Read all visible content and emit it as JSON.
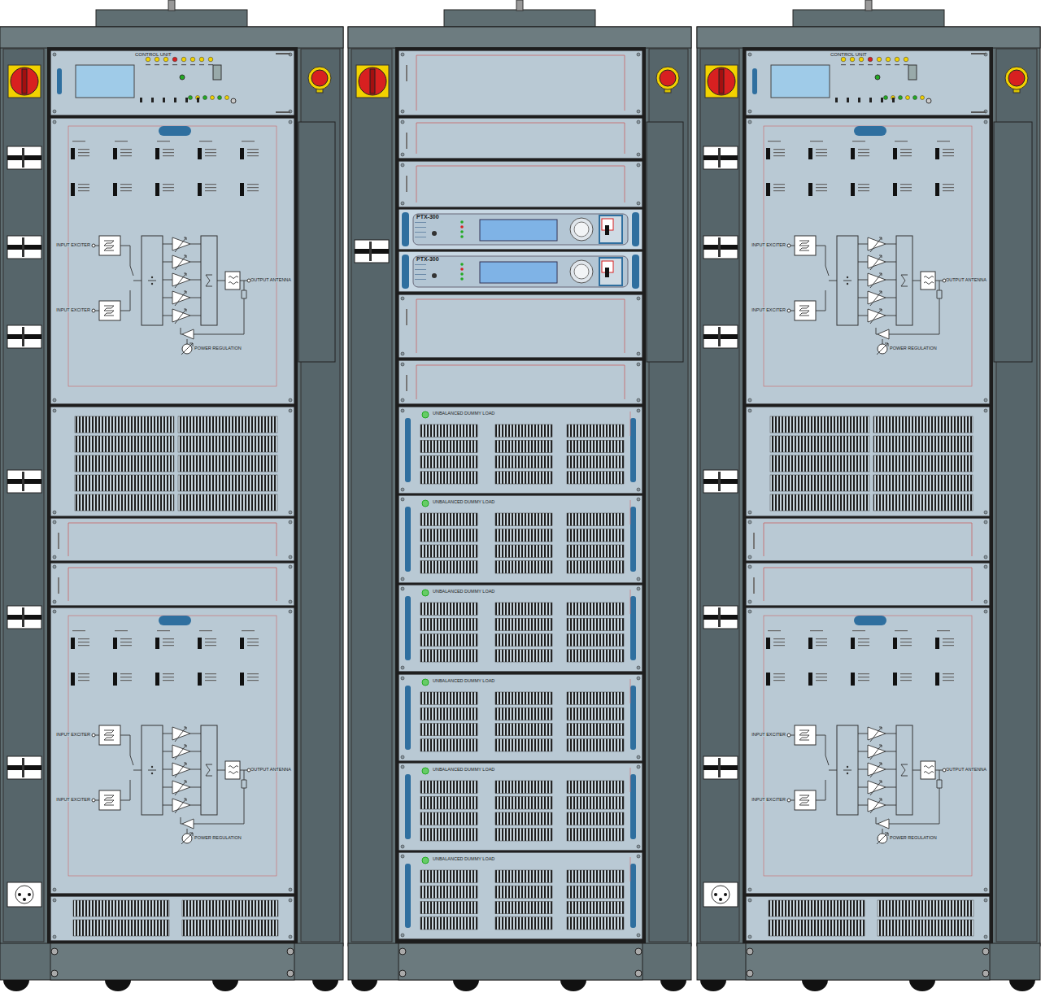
{
  "diagram": {
    "nodes": [
      {
        "text": [
          "CONTROL UNIT"
        ]
      },
      {
        "text": [
          "PTX-300"
        ]
      },
      {
        "text": [
          "PTX-300"
        ]
      },
      {
        "text": [
          "UNBALANCED DUMMY LOAD"
        ]
      },
      {
        "text": [
          "UNBALANCED DUMMY LOAD"
        ]
      },
      {
        "text": [
          "UNBALANCED DUMMY LOAD"
        ]
      },
      {
        "text": [
          "UNBALANCED DUMMY LOAD"
        ]
      },
      {
        "text": [
          "UNBALANCED DUMMY LOAD"
        ]
      },
      {
        "text": [
          "UNBALANCED DUMMY LOAD"
        ]
      },
      {
        "text": [
          "CONTROL UNIT"
        ]
      }
    ],
    "labels": [
      "INPUT EXCITER",
      "INPUT EXCITER",
      "OUTPUT ANTENNA",
      "POWER REGULATION",
      "INPUT EXCITER",
      "INPUT EXCITER",
      "OUTPUT ANTENNA",
      "POWER REGULATION",
      "INPUT EXCITER",
      "INPUT EXCITER",
      "OUTPUT ANTENNA",
      "POWER REGULATION",
      "INPUT EXCITER",
      "INPUT EXCITER",
      "OUTPUT ANTENNA",
      "POWER REGULATION"
    ]
  }
}
